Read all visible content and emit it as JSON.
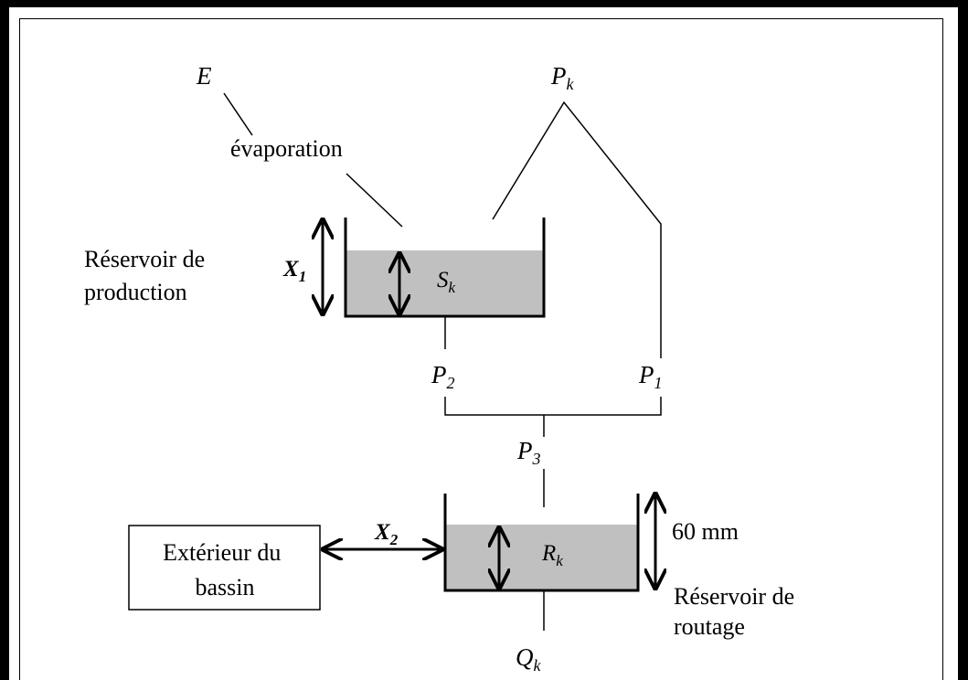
{
  "diagram": {
    "inputs": {
      "evaporation_symbol": "E",
      "evaporation_label": "évaporation",
      "precipitation_symbol": "P",
      "precipitation_sub": "k"
    },
    "production_store": {
      "label_line1": "Réservoir de",
      "label_line2": "production",
      "capacity_param": "X",
      "capacity_param_sub": "1",
      "level_symbol": "S",
      "level_sub": "k"
    },
    "flows": {
      "p2_symbol": "P",
      "p2_sub": "2",
      "p1_symbol": "P",
      "p1_sub": "1",
      "p3_symbol": "P",
      "p3_sub": "3"
    },
    "routing_store": {
      "label_line1": "Réservoir   de",
      "label_line2": "routage",
      "capacity_value": "60 mm",
      "level_symbol": "R",
      "level_sub": "k"
    },
    "exchange": {
      "param": "X",
      "param_sub": "2",
      "external_line1": "Extérieur du",
      "external_line2": "bassin"
    },
    "outflow": {
      "symbol": "Q",
      "sub": "k"
    }
  },
  "colors": {
    "water_fill": "#c0c0c0",
    "line": "#000000",
    "background": "#ffffff"
  }
}
